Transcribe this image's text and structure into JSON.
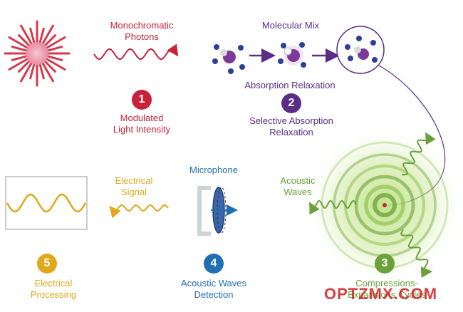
{
  "labels": {
    "photons": [
      "Monochromatic",
      "Photons"
    ],
    "molecular_mix": "Molecular Mix",
    "absorption_relaxation": "Absorption  Relaxation",
    "step1": [
      "Modulated",
      "Light Intensity"
    ],
    "step2": [
      "Selective Absorption",
      "Relaxation"
    ],
    "microphone": "Microphone",
    "electrical_signal": [
      "Electrical",
      "Signal"
    ],
    "acoustic_waves": [
      "Acoustic",
      "Waves"
    ],
    "step3": [
      "Compressions-",
      "Expansions Cycles"
    ],
    "step4": [
      "Acoustic Waves",
      "Detection"
    ],
    "step5": [
      "Electrical",
      "Processing"
    ]
  },
  "steps": {
    "s1": "1",
    "s2": "2",
    "s3": "3",
    "s4": "4",
    "s5": "5"
  },
  "watermark": "OPTZMX.COM",
  "colors": {
    "red": "#c8213a",
    "purple": "#5b2d86",
    "green": "#6aa13a",
    "blue": "#1f6fb2",
    "yellow": "#e0a81a"
  }
}
